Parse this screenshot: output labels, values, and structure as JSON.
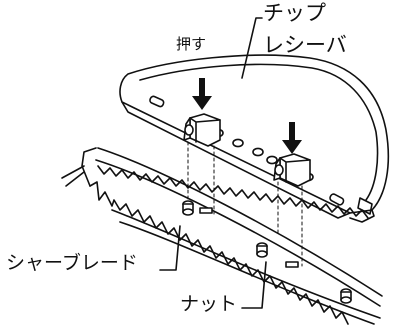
{
  "labels": {
    "push": "押す",
    "chip_receiver_line1": "チップ",
    "chip_receiver_line2": "レシーバ",
    "shear_blade": "シャーブレード",
    "nut": "ナット"
  },
  "colors": {
    "line": "#111111",
    "background": "#ffffff"
  }
}
